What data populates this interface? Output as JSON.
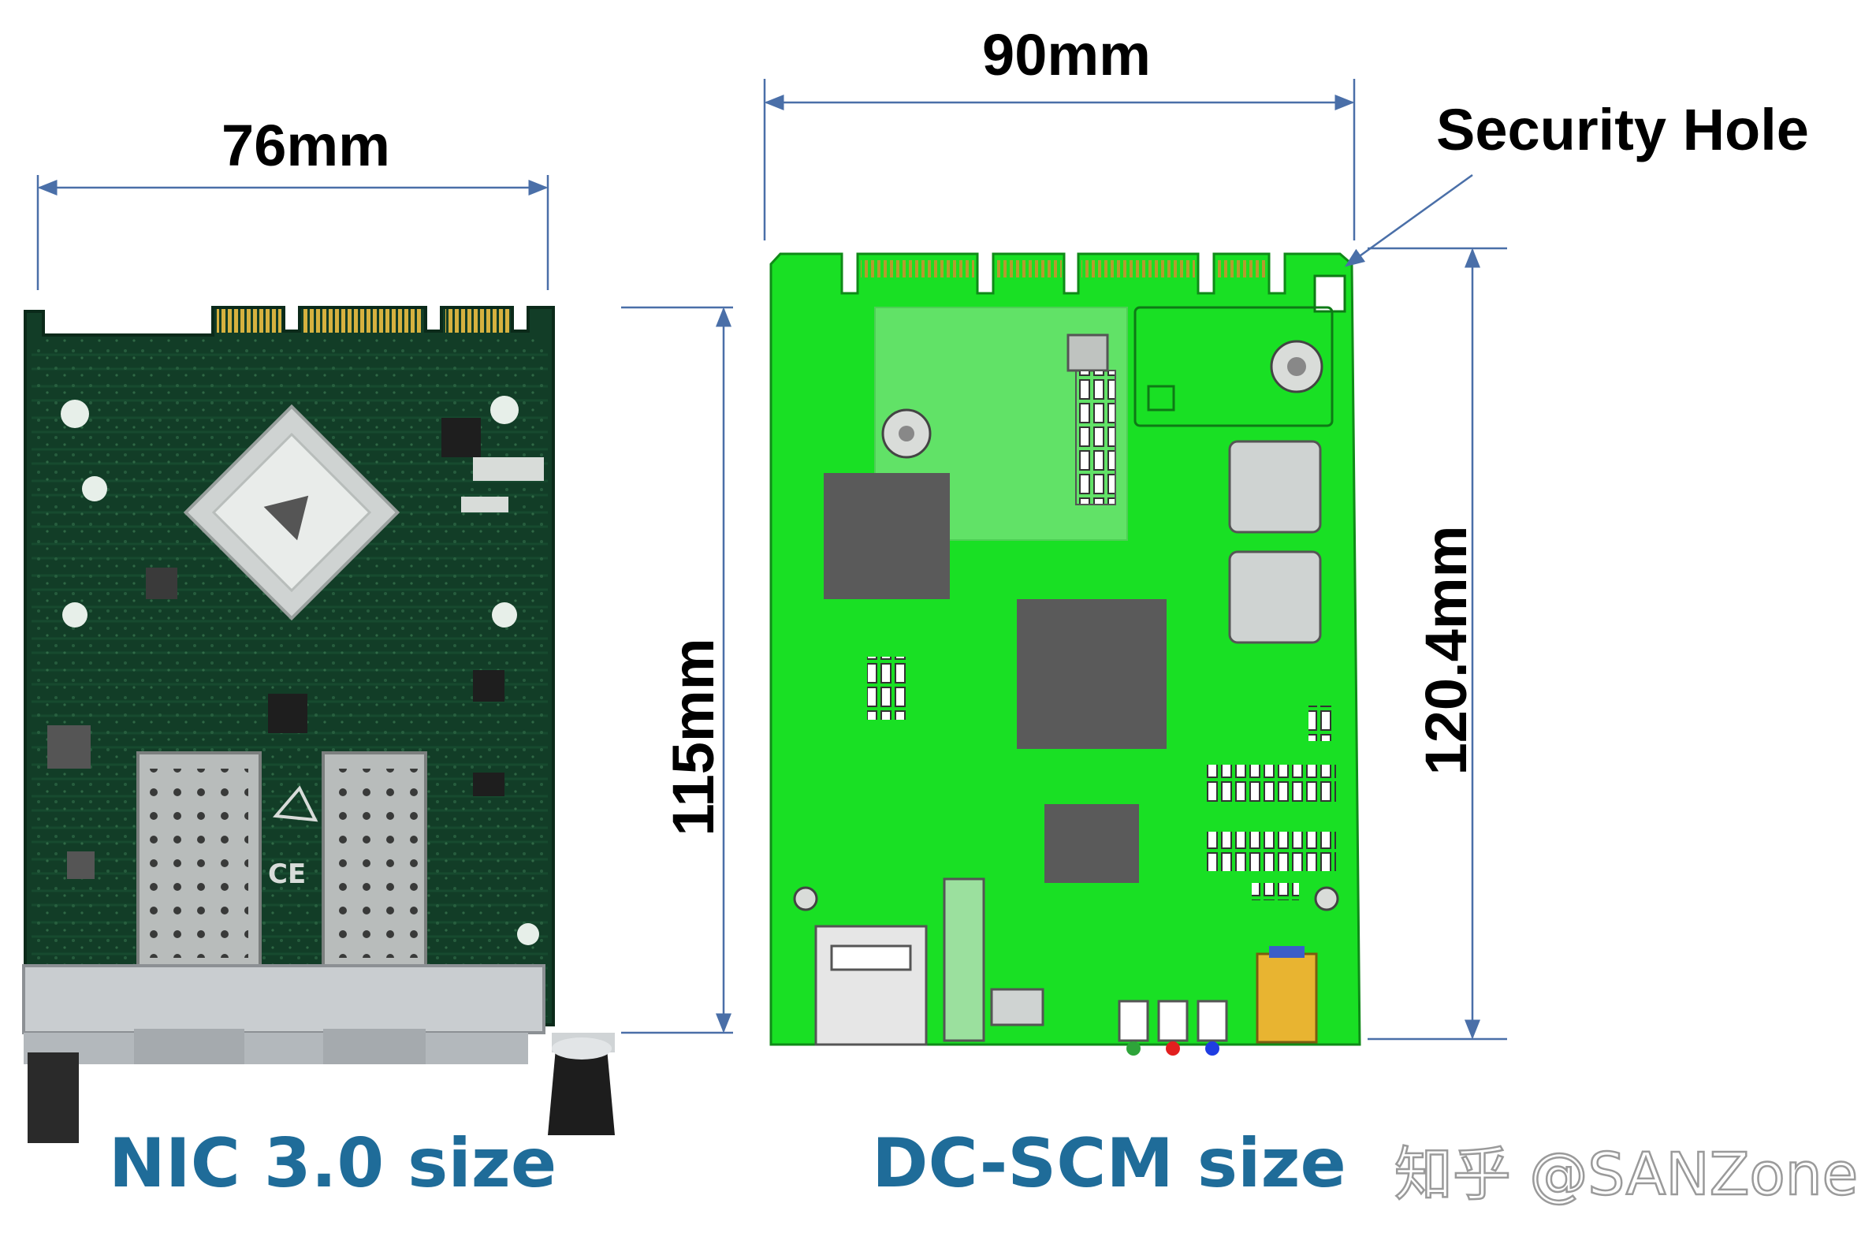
{
  "nic": {
    "width_label": "76mm",
    "height_label": "115mm",
    "caption": "NIC 3.0 size"
  },
  "dcscm": {
    "width_label": "90mm",
    "height_label": "120.4mm",
    "caption": "DC-SCM size",
    "security_hole_label": "Security Hole"
  },
  "watermark": "知乎 @SANZone",
  "colors": {
    "caption": "#1f6c99",
    "dimension_line": "#4a6fa8",
    "nic_pcb": "#123d27",
    "dcscm_pcb": "#19e024"
  },
  "icons": [
    "mellanox-chip-icon",
    "ce-mark-icon",
    "recycle-mark-icon"
  ]
}
